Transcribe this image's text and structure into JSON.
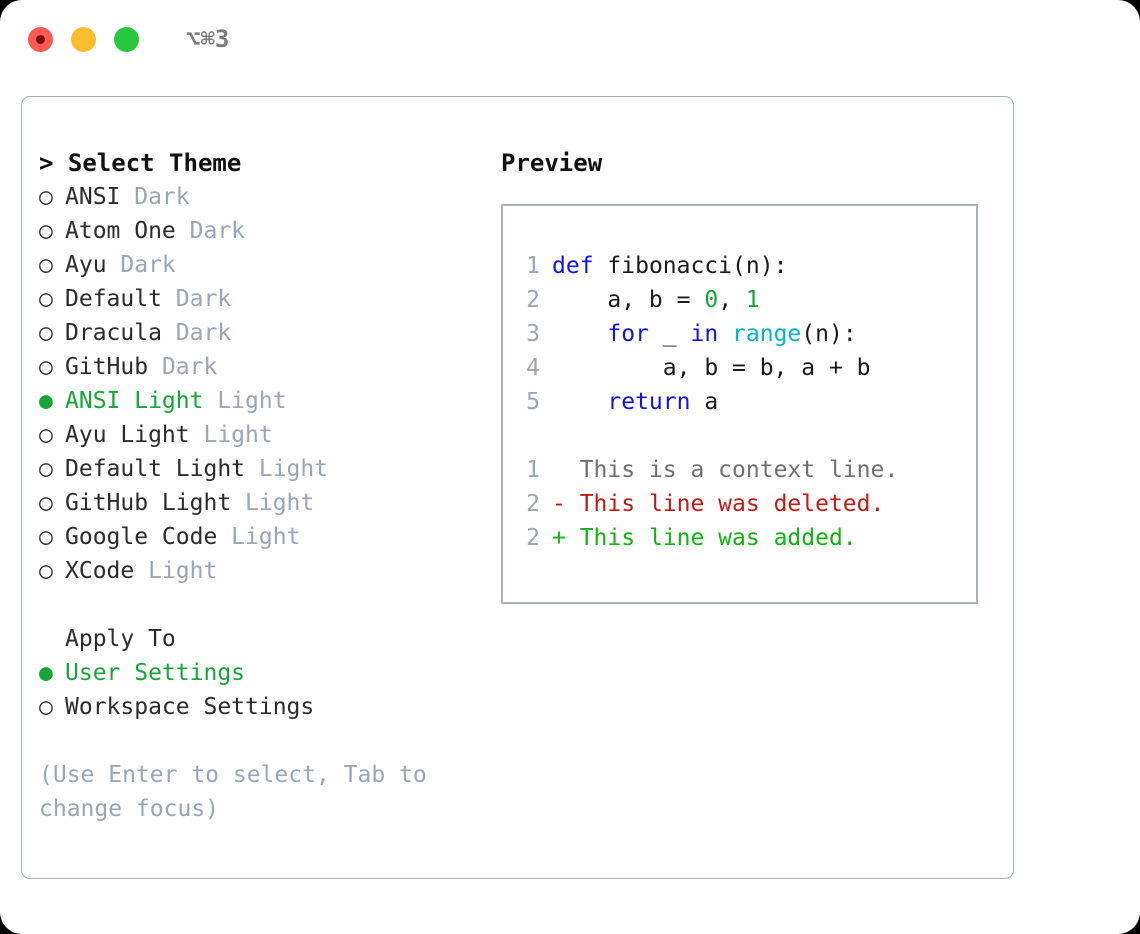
{
  "titlebar": {
    "dots": [
      {
        "name": "close-button",
        "color": "#fb5a52"
      },
      {
        "name": "minimize-button",
        "color": "#fcbd2d"
      },
      {
        "name": "maximize-button",
        "color": "#27c73f"
      }
    ],
    "shortcut": "⌥⌘3"
  },
  "colors": {
    "accent_green": "#16a637",
    "muted": "#9aa5b5",
    "border": "#a6b0bf",
    "keyword": "#1313e0",
    "function": "#00b5c4",
    "number": "#16a637",
    "diff_deleted": "#c21a12",
    "diff_added": "#11b211",
    "diff_context": "#6f6f6f"
  },
  "theme_section": {
    "caret": "> ",
    "title": "Select Theme",
    "marker_off": "○",
    "marker_on": "●",
    "items": [
      {
        "marker": "○",
        "label": "ANSI",
        "variant": " Dark",
        "selected": false
      },
      {
        "marker": "○",
        "label": "Atom One",
        "variant": " Dark",
        "selected": false
      },
      {
        "marker": "○",
        "label": "Ayu",
        "variant": " Dark",
        "selected": false
      },
      {
        "marker": "○",
        "label": "Default",
        "variant": " Dark",
        "selected": false
      },
      {
        "marker": "○",
        "label": "Dracula",
        "variant": " Dark",
        "selected": false
      },
      {
        "marker": "○",
        "label": "GitHub",
        "variant": " Dark",
        "selected": false
      },
      {
        "marker": "●",
        "label": "ANSI Light",
        "variant": " Light",
        "selected": true
      },
      {
        "marker": "○",
        "label": "Ayu Light",
        "variant": " Light",
        "selected": false
      },
      {
        "marker": "○",
        "label": "Default Light",
        "variant": " Light",
        "selected": false
      },
      {
        "marker": "○",
        "label": "GitHub Light",
        "variant": " Light",
        "selected": false
      },
      {
        "marker": "○",
        "label": "Google Code",
        "variant": " Light",
        "selected": false
      },
      {
        "marker": "○",
        "label": "XCode",
        "variant": " Light",
        "selected": false
      }
    ]
  },
  "apply_section": {
    "title": "Apply To",
    "items": [
      {
        "marker": "●",
        "label": "User Settings",
        "selected": true
      },
      {
        "marker": "○",
        "label": "Workspace Settings",
        "selected": false
      }
    ]
  },
  "hint": "(Use Enter to select, Tab to change focus)",
  "preview": {
    "title": "Preview",
    "code_lines": [
      {
        "num": "1",
        "tokens": [
          {
            "t": "def",
            "c": "kw"
          },
          {
            "t": " ",
            "c": "id"
          },
          {
            "t": "fibonacci(n):",
            "c": "id"
          }
        ]
      },
      {
        "num": "2",
        "tokens": [
          {
            "t": "    a, b = ",
            "c": "id"
          },
          {
            "t": "0",
            "c": "num"
          },
          {
            "t": ", ",
            "c": "id"
          },
          {
            "t": "1",
            "c": "num"
          }
        ]
      },
      {
        "num": "3",
        "tokens": [
          {
            "t": "    ",
            "c": "id"
          },
          {
            "t": "for",
            "c": "kw"
          },
          {
            "t": " _ ",
            "c": "id"
          },
          {
            "t": "in",
            "c": "kw"
          },
          {
            "t": " ",
            "c": "id"
          },
          {
            "t": "range",
            "c": "fn"
          },
          {
            "t": "(n):",
            "c": "id"
          }
        ]
      },
      {
        "num": "4",
        "tokens": [
          {
            "t": "        a, b = b, a + b",
            "c": "id"
          }
        ]
      },
      {
        "num": "5",
        "tokens": [
          {
            "t": "    ",
            "c": "id"
          },
          {
            "t": "return",
            "c": "kw"
          },
          {
            "t": " a",
            "c": "id"
          }
        ]
      }
    ],
    "diff_lines": [
      {
        "num": "1",
        "sign": " ",
        "text": " This is a context line.",
        "cls": "ctx"
      },
      {
        "num": "2",
        "sign": "-",
        "text": " This line was deleted.",
        "cls": "del"
      },
      {
        "num": "2",
        "sign": "+",
        "text": " This line was added.",
        "cls": "add"
      }
    ]
  }
}
